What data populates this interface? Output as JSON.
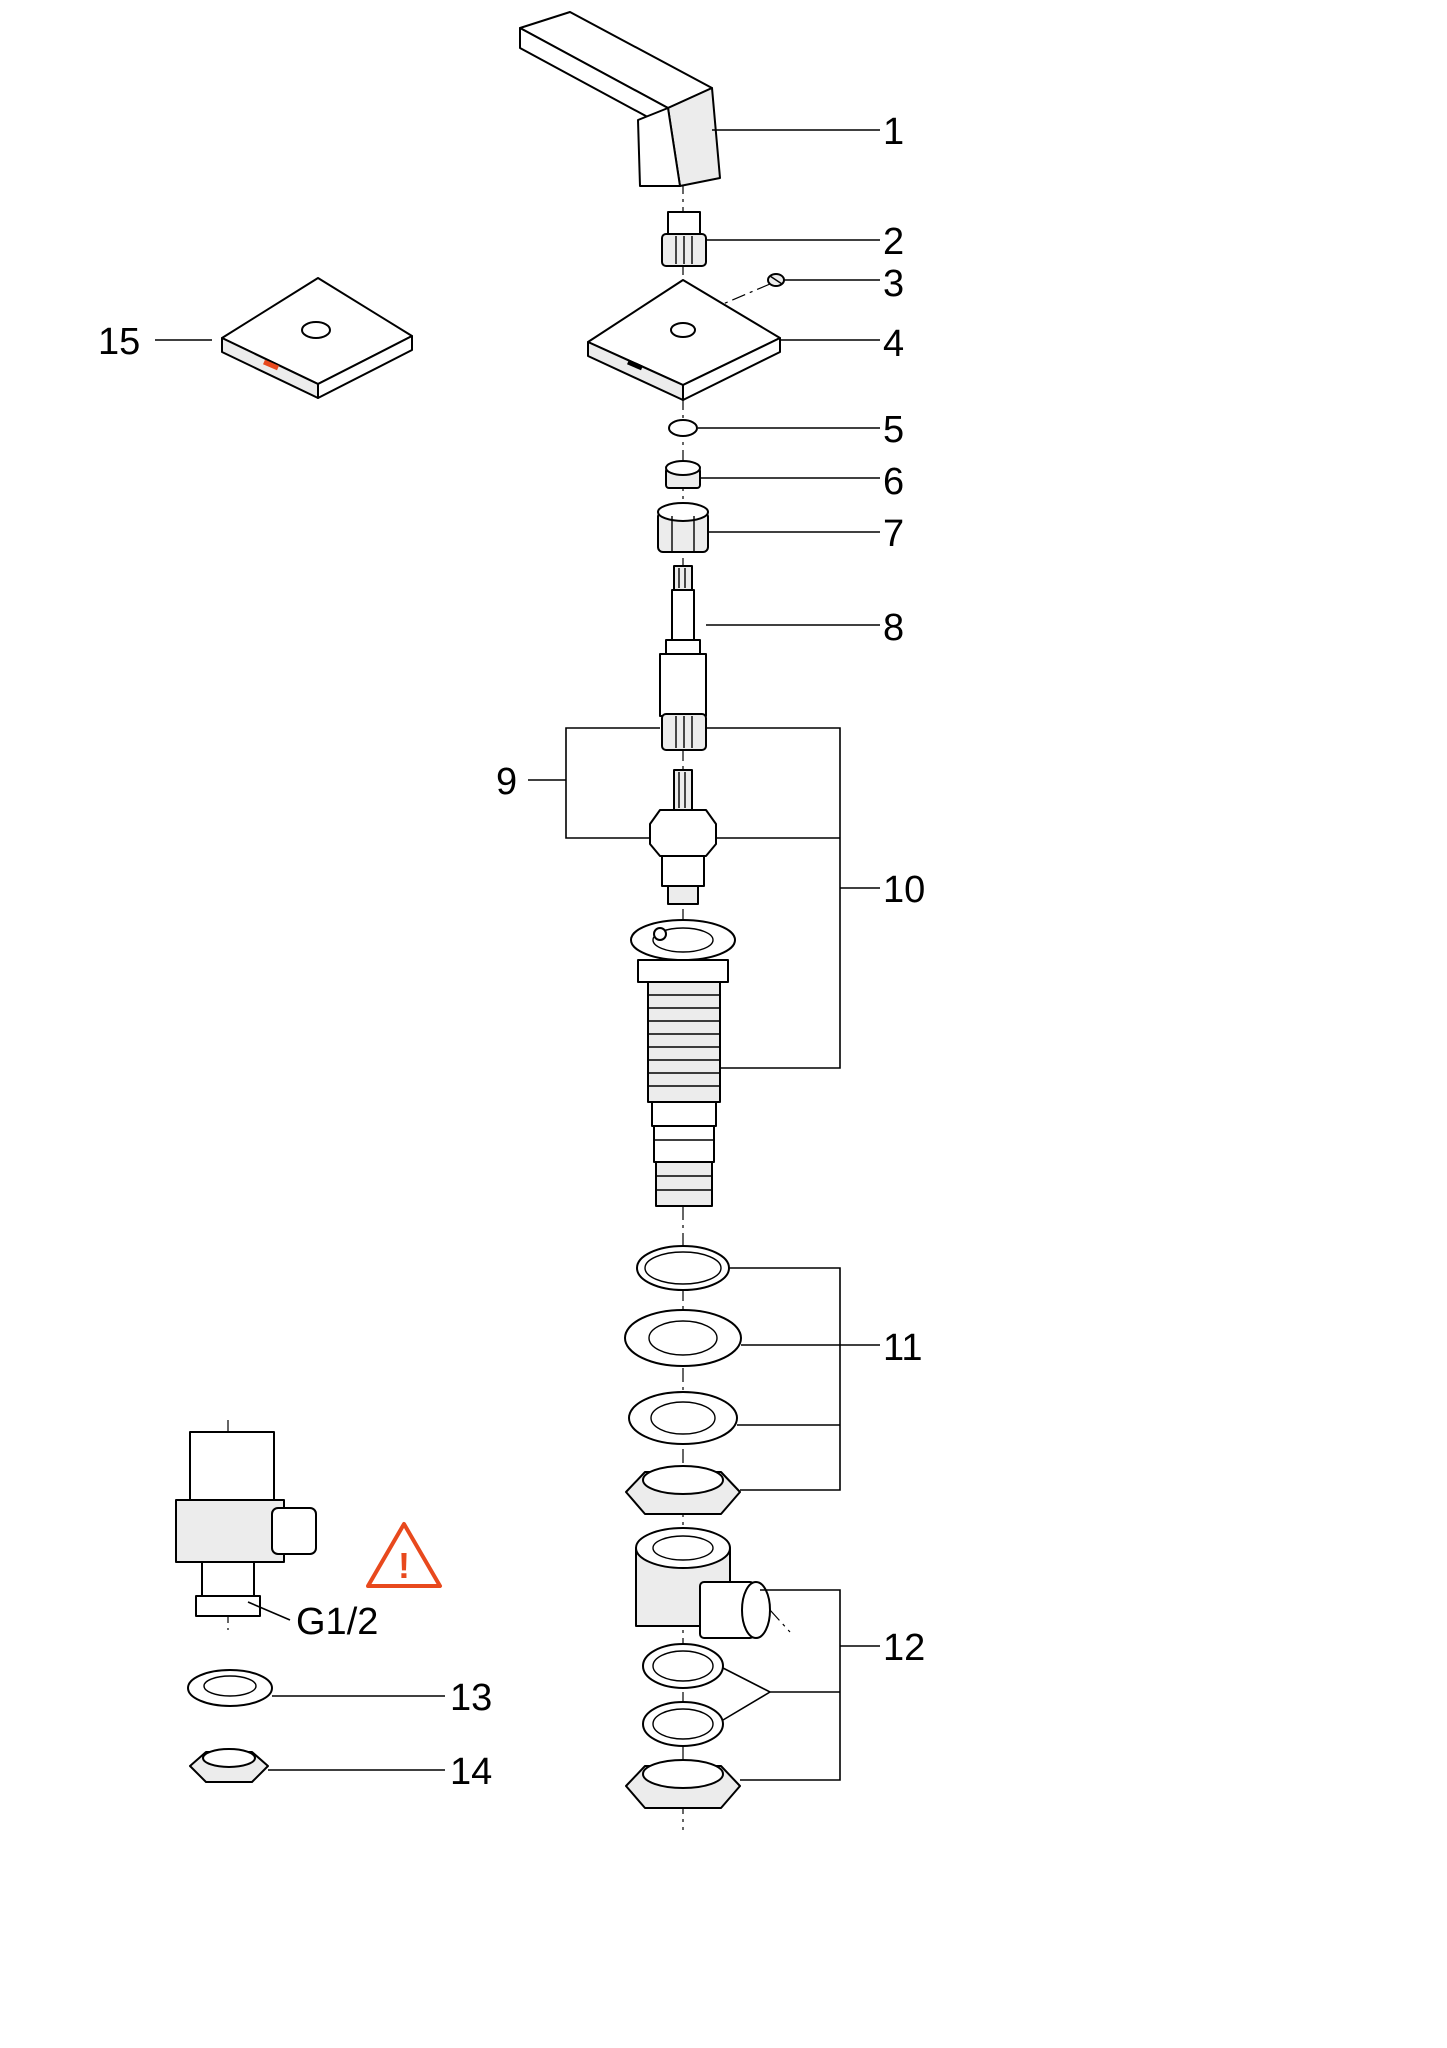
{
  "labels": {
    "p1": "1",
    "p2": "2",
    "p3": "3",
    "p4": "4",
    "p5": "5",
    "p6": "6",
    "p7": "7",
    "p8": "8",
    "p9": "9",
    "p10": "10",
    "p11": "11",
    "p12": "12",
    "p13": "13",
    "p14": "14",
    "p15": "15",
    "thread": "G1/2"
  },
  "icons": {
    "warning": "warning-triangle-icon",
    "warning_glyph": "!"
  },
  "colors": {
    "line": "#000000",
    "warning": "#e8491d",
    "hot_marker": "#e8491d"
  }
}
